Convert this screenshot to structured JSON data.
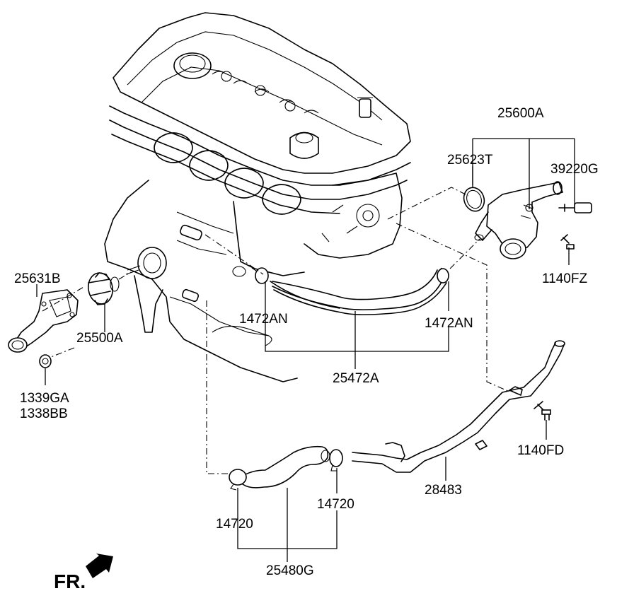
{
  "labels": {
    "p25600A": "25600A",
    "p25623T": "25623T",
    "p39220G": "39220G",
    "p1140FZ": "1140FZ",
    "p25631B": "25631B",
    "p25500A": "25500A",
    "p1339GA": "1339GA",
    "p1338BB": "1338BB",
    "p1472AN_left": "1472AN",
    "p1472AN_right": "1472AN",
    "p25472A": "25472A",
    "p1140FD": "1140FD",
    "p28483": "28483",
    "p14720_right": "14720",
    "p14720_left": "14720",
    "p25480G": "25480G"
  },
  "orientation": {
    "label": "FR.",
    "arrow": "arrow-lower-left-icon"
  }
}
